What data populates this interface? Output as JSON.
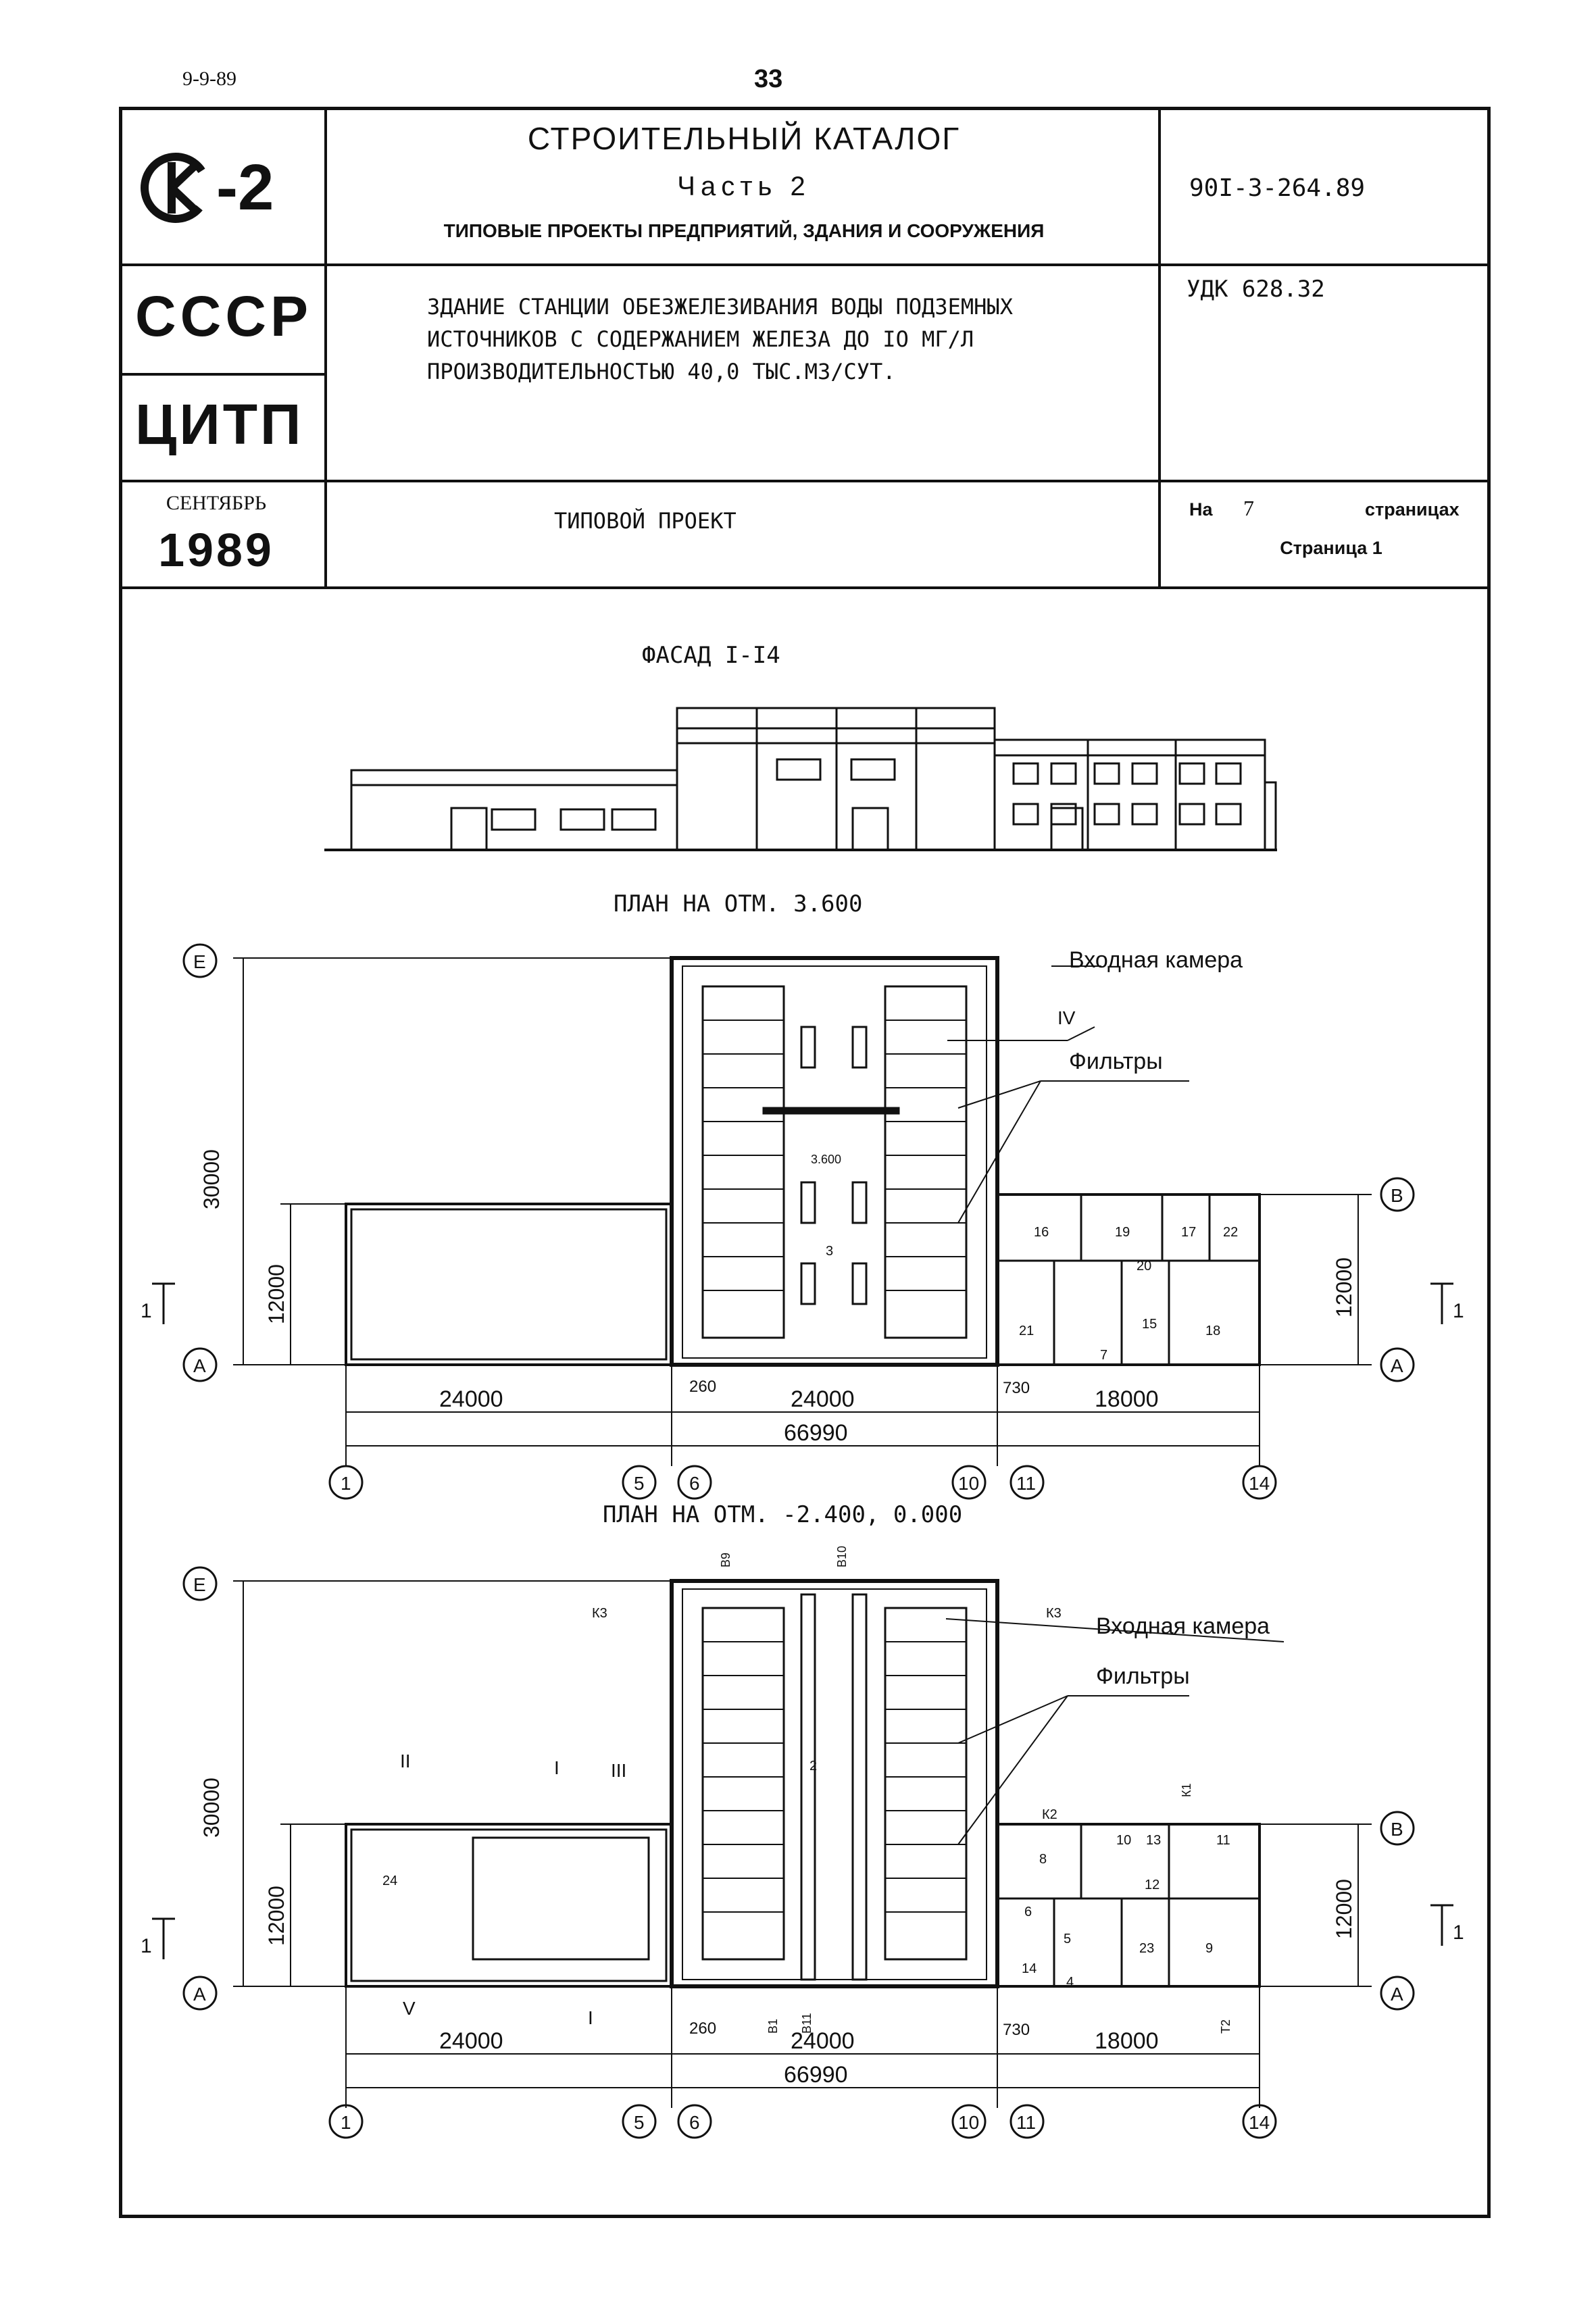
{
  "header": {
    "doc_code_top": "9-9-89",
    "page_number": "33"
  },
  "logo": {
    "text": "-2"
  },
  "catalog": {
    "title": "СТРОИТЕЛЬНЫЙ КАТАЛОГ",
    "part": "Часть 2",
    "subtitle": "ТИПОВЫЕ ПРОЕКТЫ ПРЕДПРИЯТИЙ, ЗДАНИЯ И СООРУЖЕНИЯ",
    "project_code": "90I-3-264.89"
  },
  "org": {
    "country": "СССР",
    "institute": "ЦИТП"
  },
  "description": {
    "line1": "ЗДАНИЕ СТАНЦИИ ОБЕЗЖЕЛЕЗИВАНИЯ ВОДЫ ПОДЗЕМНЫХ",
    "line2": "ИСТОЧНИКОВ С СОДЕРЖАНИЕМ ЖЕЛЕЗА ДО IO МГ/Л",
    "line3": "ПРОИЗВОДИТЕЛЬНОСТЬЮ 40,0 ТЫС.М3/СУТ."
  },
  "udk": "УДК 628.32",
  "date": {
    "month": "СЕНТЯБРЬ",
    "year": "1989"
  },
  "project_type": "ТИПОВОЙ ПРОЕКТ",
  "pages": {
    "on": "На",
    "count": "7",
    "word": "страницах",
    "current": "Страница 1"
  },
  "drawings": {
    "facade_title": "ФАСАД I-I4",
    "plan1_title": "ПЛАН НА ОТМ. 3.600",
    "plan2_title": "ПЛАН НА ОТМ. -2.400, 0.000",
    "label_entry": "Входная камера",
    "label_filters": "Фильтры",
    "label_iv": "IV",
    "mark_3600": "3.600",
    "dim_30000": "30000",
    "dim_12000": "12000",
    "dim_24000": "24000",
    "dim_18000": "18000",
    "dim_260": "260",
    "dim_730": "730",
    "dim_total": "66990",
    "axis_E": "Е",
    "axis_B": "В",
    "axis_A": "А",
    "axes": [
      "1",
      "5",
      "6",
      "10",
      "11",
      "14"
    ],
    "section_mark": "1",
    "rooms_plan1": [
      "3",
      "16",
      "19",
      "17",
      "22",
      "20",
      "21",
      "7",
      "15",
      "18"
    ],
    "rooms_plan2": [
      "24",
      "2",
      "8",
      "10",
      "13",
      "11",
      "6",
      "5",
      "12",
      "23",
      "9",
      "14",
      "4"
    ],
    "romans": [
      "II",
      "I",
      "III",
      "V",
      "I"
    ],
    "pipes": [
      "К3",
      "В9",
      "В10",
      "К2",
      "К1",
      "В1",
      "В11",
      "Т2"
    ]
  }
}
